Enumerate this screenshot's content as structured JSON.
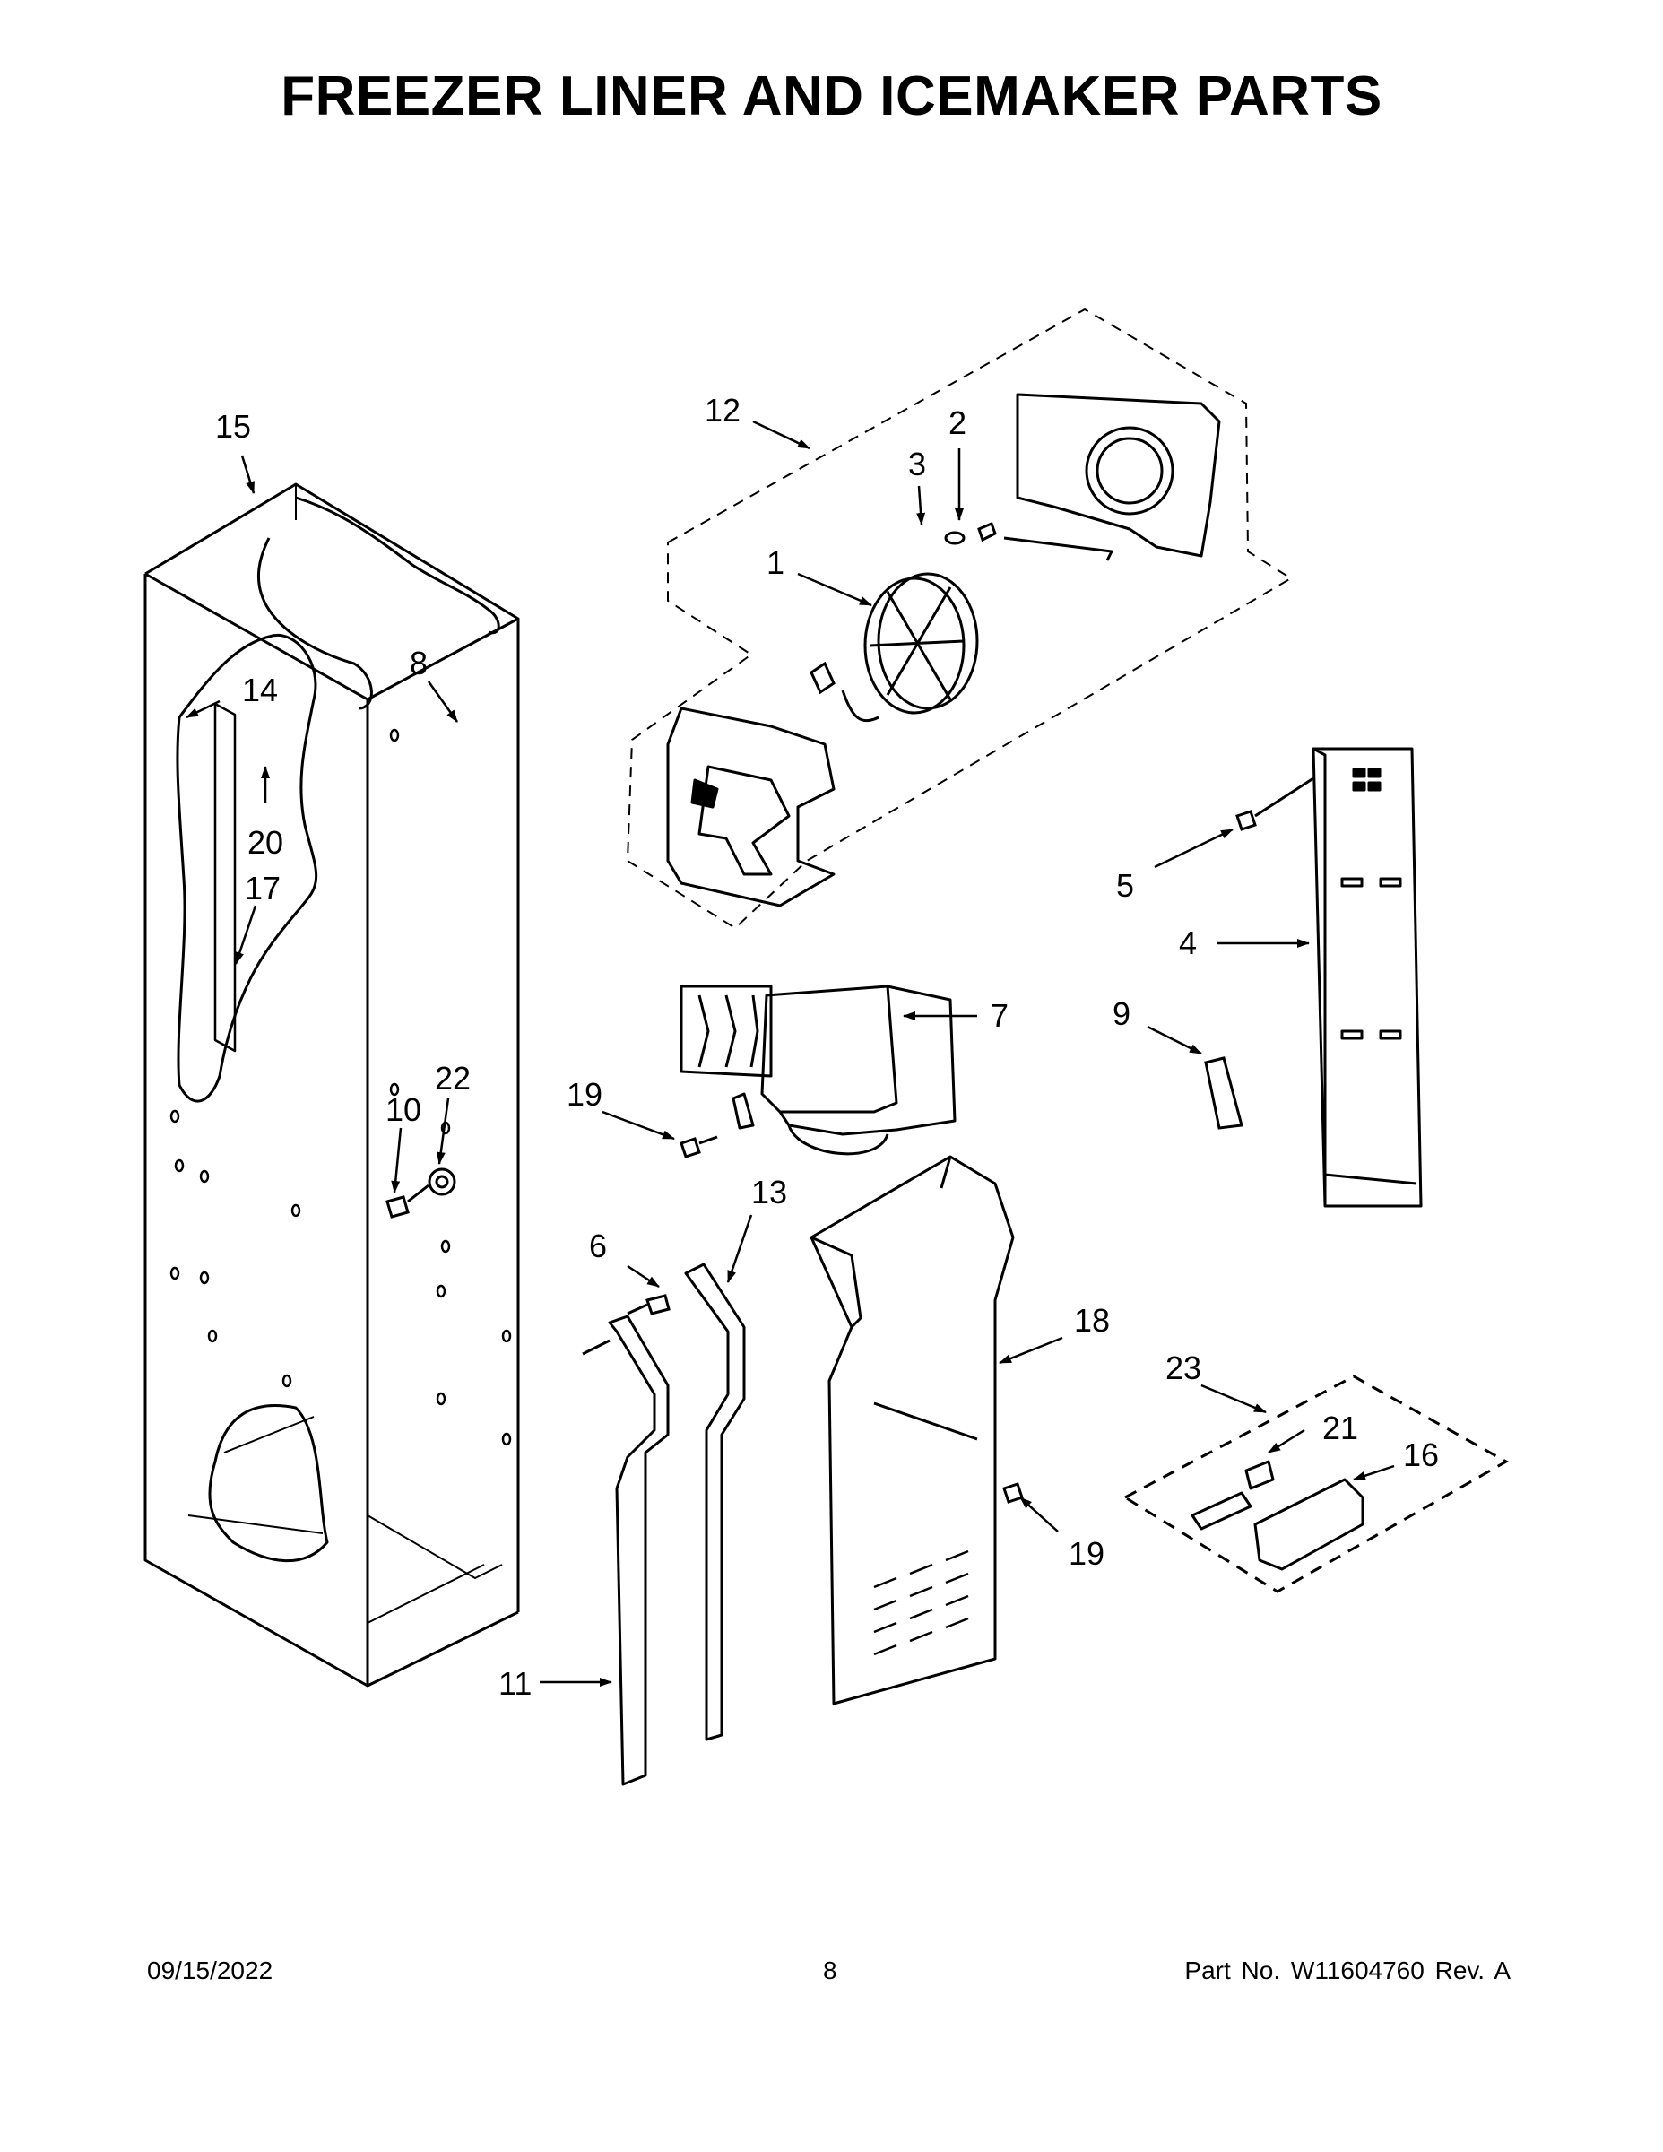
{
  "page": {
    "title": "FREEZER LINER AND ICEMAKER PARTS",
    "footer": {
      "date": "09/15/2022",
      "page_number": "8",
      "part_number": "Part No.  W11604760  Rev.  A"
    }
  },
  "callouts": [
    {
      "id": "c15",
      "label": "15"
    },
    {
      "id": "c12",
      "label": "12"
    },
    {
      "id": "c2",
      "label": "2"
    },
    {
      "id": "c3",
      "label": "3"
    },
    {
      "id": "c1",
      "label": "1"
    },
    {
      "id": "c8",
      "label": "8"
    },
    {
      "id": "c14",
      "label": "14"
    },
    {
      "id": "c20",
      "label": "20"
    },
    {
      "id": "c17",
      "label": "17"
    },
    {
      "id": "c5",
      "label": "5"
    },
    {
      "id": "c4",
      "label": "4"
    },
    {
      "id": "c7",
      "label": "7"
    },
    {
      "id": "c9",
      "label": "9"
    },
    {
      "id": "c19a",
      "label": "19"
    },
    {
      "id": "c22",
      "label": "22"
    },
    {
      "id": "c10",
      "label": "10"
    },
    {
      "id": "c13",
      "label": "13"
    },
    {
      "id": "c6",
      "label": "6"
    },
    {
      "id": "c18",
      "label": "18"
    },
    {
      "id": "c23",
      "label": "23"
    },
    {
      "id": "c21",
      "label": "21"
    },
    {
      "id": "c16",
      "label": "16"
    },
    {
      "id": "c19b",
      "label": "19"
    },
    {
      "id": "c11",
      "label": "11"
    }
  ]
}
